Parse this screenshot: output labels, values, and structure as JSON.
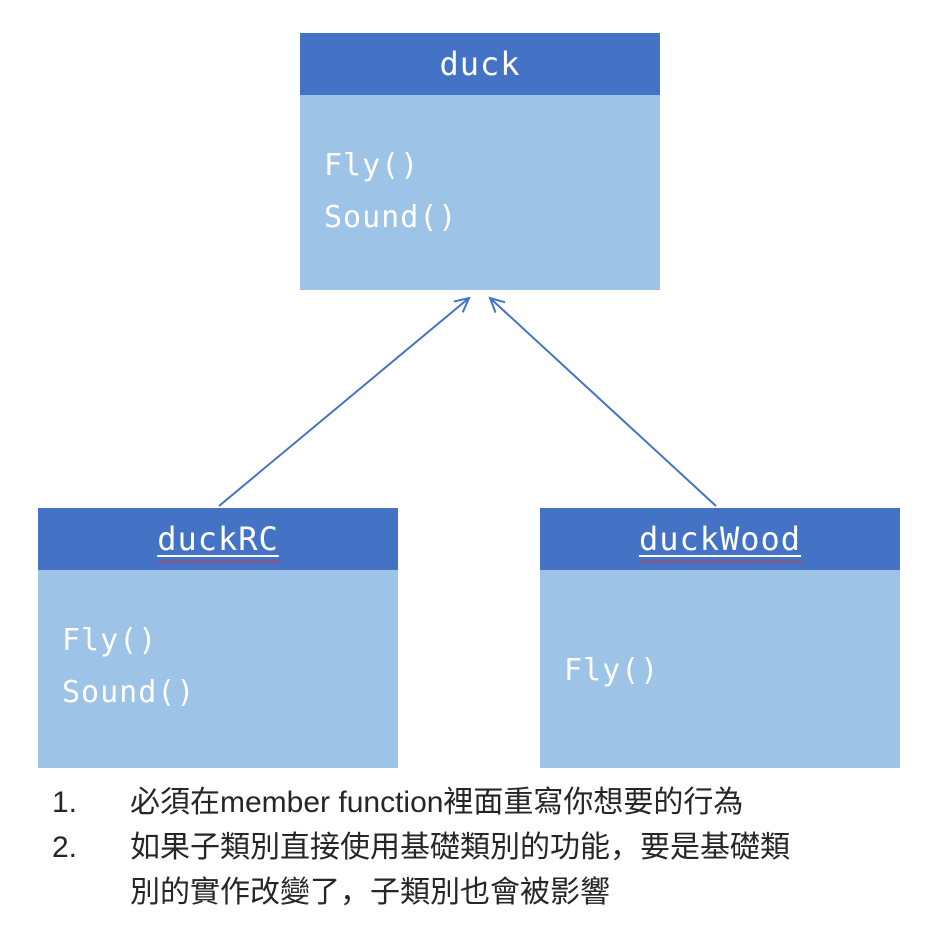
{
  "page": {
    "background": "#ffffff"
  },
  "diagram": {
    "colors": {
      "header_bg": "#4472C4",
      "body_bg": "#9DC3E6",
      "arrow": "#4472C4",
      "box_text": "#FFFFFF",
      "note_text": "#262626",
      "spellcheck_squiggle": "#d03a3a"
    },
    "classes": [
      {
        "title": "duck",
        "members": [
          "Fly()",
          "Sound()"
        ]
      },
      {
        "title": "duckRC",
        "members": [
          "Fly()",
          "Sound()"
        ]
      },
      {
        "title": "duckWood",
        "members": [
          "Fly()"
        ]
      }
    ],
    "relations": [
      {
        "from": "duckRC",
        "to": "duck",
        "type": "inheritance"
      },
      {
        "from": "duckWood",
        "to": "duck",
        "type": "inheritance"
      }
    ]
  },
  "notes": {
    "items": [
      {
        "marker": "1.",
        "text": "必須在member function裡面重寫你想要的行為"
      },
      {
        "marker": "2.",
        "text": "如果子類別直接使用基礎類別的功能，要是基礎類別的實作改變了，子類別也會被影響"
      }
    ]
  }
}
